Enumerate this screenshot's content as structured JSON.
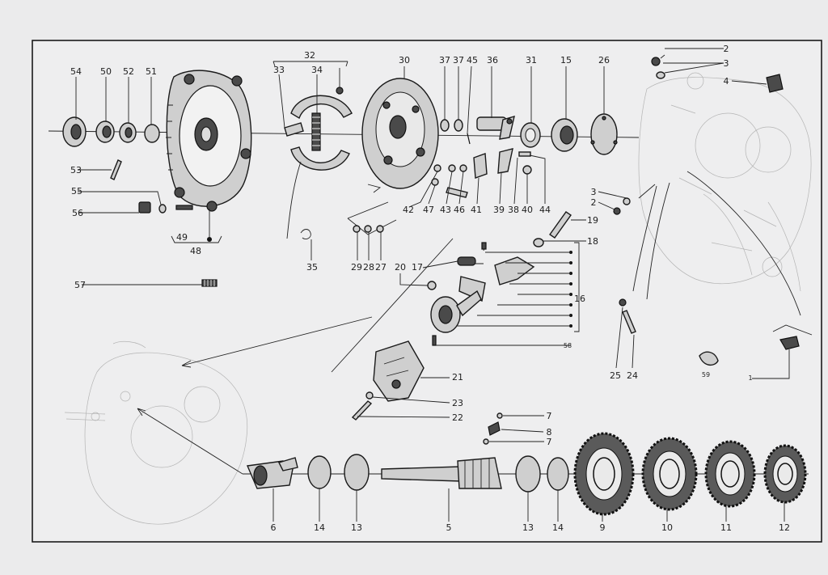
{
  "labels": [
    {
      "id": "54",
      "text": "54"
    },
    {
      "id": "50",
      "text": "50"
    },
    {
      "id": "52",
      "text": "52"
    },
    {
      "id": "51",
      "text": "51"
    },
    {
      "id": "53",
      "text": "53"
    },
    {
      "id": "55",
      "text": "55"
    },
    {
      "id": "56",
      "text": "56"
    },
    {
      "id": "49",
      "text": "49"
    },
    {
      "id": "48",
      "text": "48"
    },
    {
      "id": "57",
      "text": "57"
    },
    {
      "id": "32",
      "text": "32"
    },
    {
      "id": "33",
      "text": "33"
    },
    {
      "id": "34",
      "text": "34"
    },
    {
      "id": "30",
      "text": "30"
    },
    {
      "id": "37a",
      "text": "37"
    },
    {
      "id": "37b",
      "text": "37"
    },
    {
      "id": "45",
      "text": "45"
    },
    {
      "id": "36",
      "text": "36"
    },
    {
      "id": "31",
      "text": "31"
    },
    {
      "id": "15",
      "text": "15"
    },
    {
      "id": "26",
      "text": "26"
    },
    {
      "id": "2a",
      "text": "2"
    },
    {
      "id": "3a",
      "text": "3"
    },
    {
      "id": "4",
      "text": "4"
    },
    {
      "id": "35",
      "text": "35"
    },
    {
      "id": "29",
      "text": "29"
    },
    {
      "id": "28",
      "text": "28"
    },
    {
      "id": "27",
      "text": "27"
    },
    {
      "id": "42",
      "text": "42"
    },
    {
      "id": "47",
      "text": "47"
    },
    {
      "id": "43",
      "text": "43"
    },
    {
      "id": "46",
      "text": "46"
    },
    {
      "id": "41",
      "text": "41"
    },
    {
      "id": "39",
      "text": "39"
    },
    {
      "id": "38",
      "text": "38"
    },
    {
      "id": "40",
      "text": "40"
    },
    {
      "id": "44",
      "text": "44"
    },
    {
      "id": "3b",
      "text": "3"
    },
    {
      "id": "2b",
      "text": "2"
    },
    {
      "id": "19",
      "text": "19"
    },
    {
      "id": "18",
      "text": "18"
    },
    {
      "id": "20",
      "text": "20"
    },
    {
      "id": "17",
      "text": "17"
    },
    {
      "id": "16",
      "text": "16"
    },
    {
      "id": "58",
      "text": "58"
    },
    {
      "id": "25",
      "text": "25"
    },
    {
      "id": "24",
      "text": "24"
    },
    {
      "id": "59",
      "text": "59"
    },
    {
      "id": "1",
      "text": "1"
    },
    {
      "id": "21",
      "text": "21"
    },
    {
      "id": "23",
      "text": "23"
    },
    {
      "id": "22",
      "text": "22"
    },
    {
      "id": "7a",
      "text": "7"
    },
    {
      "id": "8",
      "text": "8"
    },
    {
      "id": "7b",
      "text": "7"
    },
    {
      "id": "6",
      "text": "6"
    },
    {
      "id": "14a",
      "text": "14"
    },
    {
      "id": "13a",
      "text": "13"
    },
    {
      "id": "5",
      "text": "5"
    },
    {
      "id": "13b",
      "text": "13"
    },
    {
      "id": "14b",
      "text": "14"
    },
    {
      "id": "9",
      "text": "9"
    },
    {
      "id": "10",
      "text": "10"
    },
    {
      "id": "11",
      "text": "11"
    },
    {
      "id": "12",
      "text": "12"
    }
  ]
}
